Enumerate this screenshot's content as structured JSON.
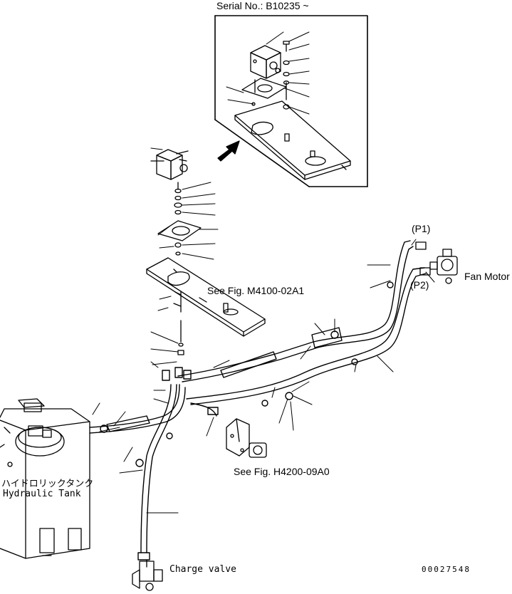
{
  "labels": {
    "serial": "Serial No.:  B10235 ~",
    "see_m4100": "See Fig. M4100-02A1",
    "see_h4200": "See Fig. H4200-09A0",
    "p1": "(P1)",
    "p2": "(P2)",
    "fan_motor": "Fan Motor",
    "tank_jp": "ハイドロリックタンク",
    "tank_en": "Hydraulic Tank",
    "charge_valve": "Charge  valve",
    "drawing_no": "00027548"
  },
  "colors": {
    "line": "#000000",
    "background": "#ffffff"
  }
}
